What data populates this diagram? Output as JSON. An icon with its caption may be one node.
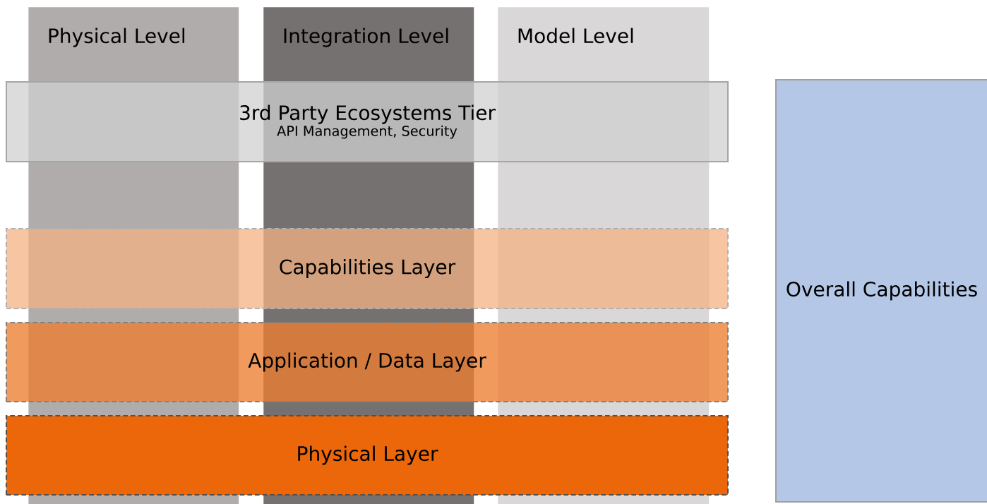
{
  "diagram": {
    "nodes": [
      {
        "text": [
          "Physical Level"
        ]
      },
      {
        "text": [
          "Integration Level"
        ]
      },
      {
        "text": [
          "Model Level"
        ]
      },
      {
        "text": [
          "3rd Party Ecosystems Tier",
          "API Management, Security"
        ]
      },
      {
        "text": [
          "Capabilities Layer"
        ]
      },
      {
        "text": [
          "Application / Data Layer"
        ]
      },
      {
        "text": [
          "Physical Layer"
        ]
      },
      {
        "text": [
          "Overall Capabilities"
        ]
      }
    ]
  }
}
